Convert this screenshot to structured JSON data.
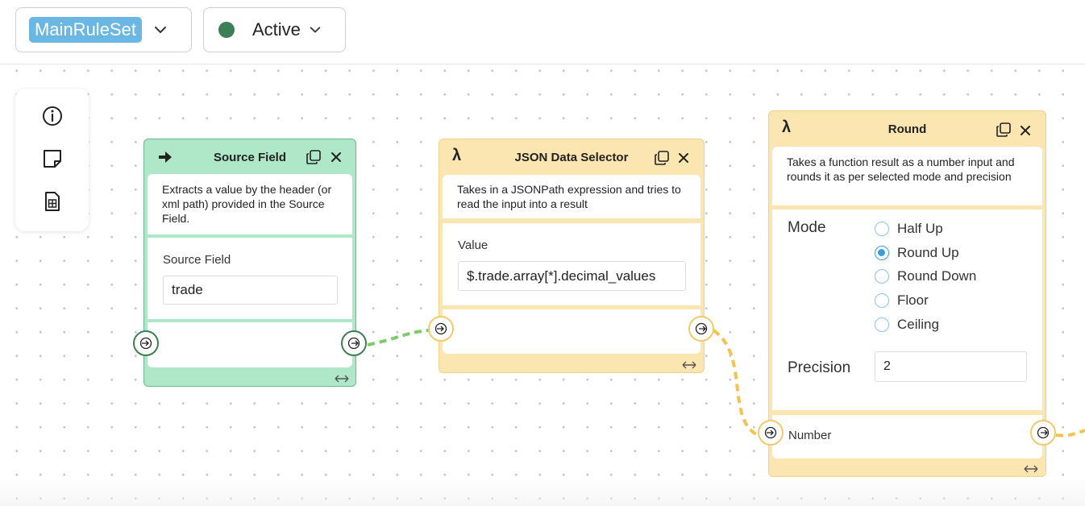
{
  "header": {
    "ruleset_name": "MainRuleSet",
    "status_label": "Active",
    "status_color": "#3c7f55"
  },
  "sidebar_tools": [
    {
      "icon": "info-icon"
    },
    {
      "icon": "sticky-note-icon"
    },
    {
      "icon": "spreadsheet-icon"
    }
  ],
  "nodes": {
    "source_field": {
      "title": "Source Field",
      "icon": "arrow-right-icon",
      "description": "Extracts a value by the header (or xml path) provided in the Source Field.",
      "field_label": "Source Field",
      "field_value": "trade",
      "color": "#aee8c9"
    },
    "json_selector": {
      "title": "JSON Data Selector",
      "icon": "lambda-icon",
      "description": "Takes in a JSONPath expression and tries to read the input into a result",
      "field_label": "Value",
      "field_value": "$.trade.array[*].decimal_values",
      "color": "#fbe5b0"
    },
    "round": {
      "title": "Round",
      "icon": "lambda-icon",
      "description": "Takes a function result as a number input and rounds it as per selected mode and precision",
      "mode_label": "Mode",
      "modes": [
        {
          "label": "Half Up",
          "selected": false
        },
        {
          "label": "Round Up",
          "selected": true
        },
        {
          "label": "Round Down",
          "selected": false
        },
        {
          "label": "Floor",
          "selected": false
        },
        {
          "label": "Ceiling",
          "selected": false
        }
      ],
      "precision_label": "Precision",
      "precision_value": "2",
      "input_label": "Number",
      "color": "#fbe5b0"
    }
  }
}
